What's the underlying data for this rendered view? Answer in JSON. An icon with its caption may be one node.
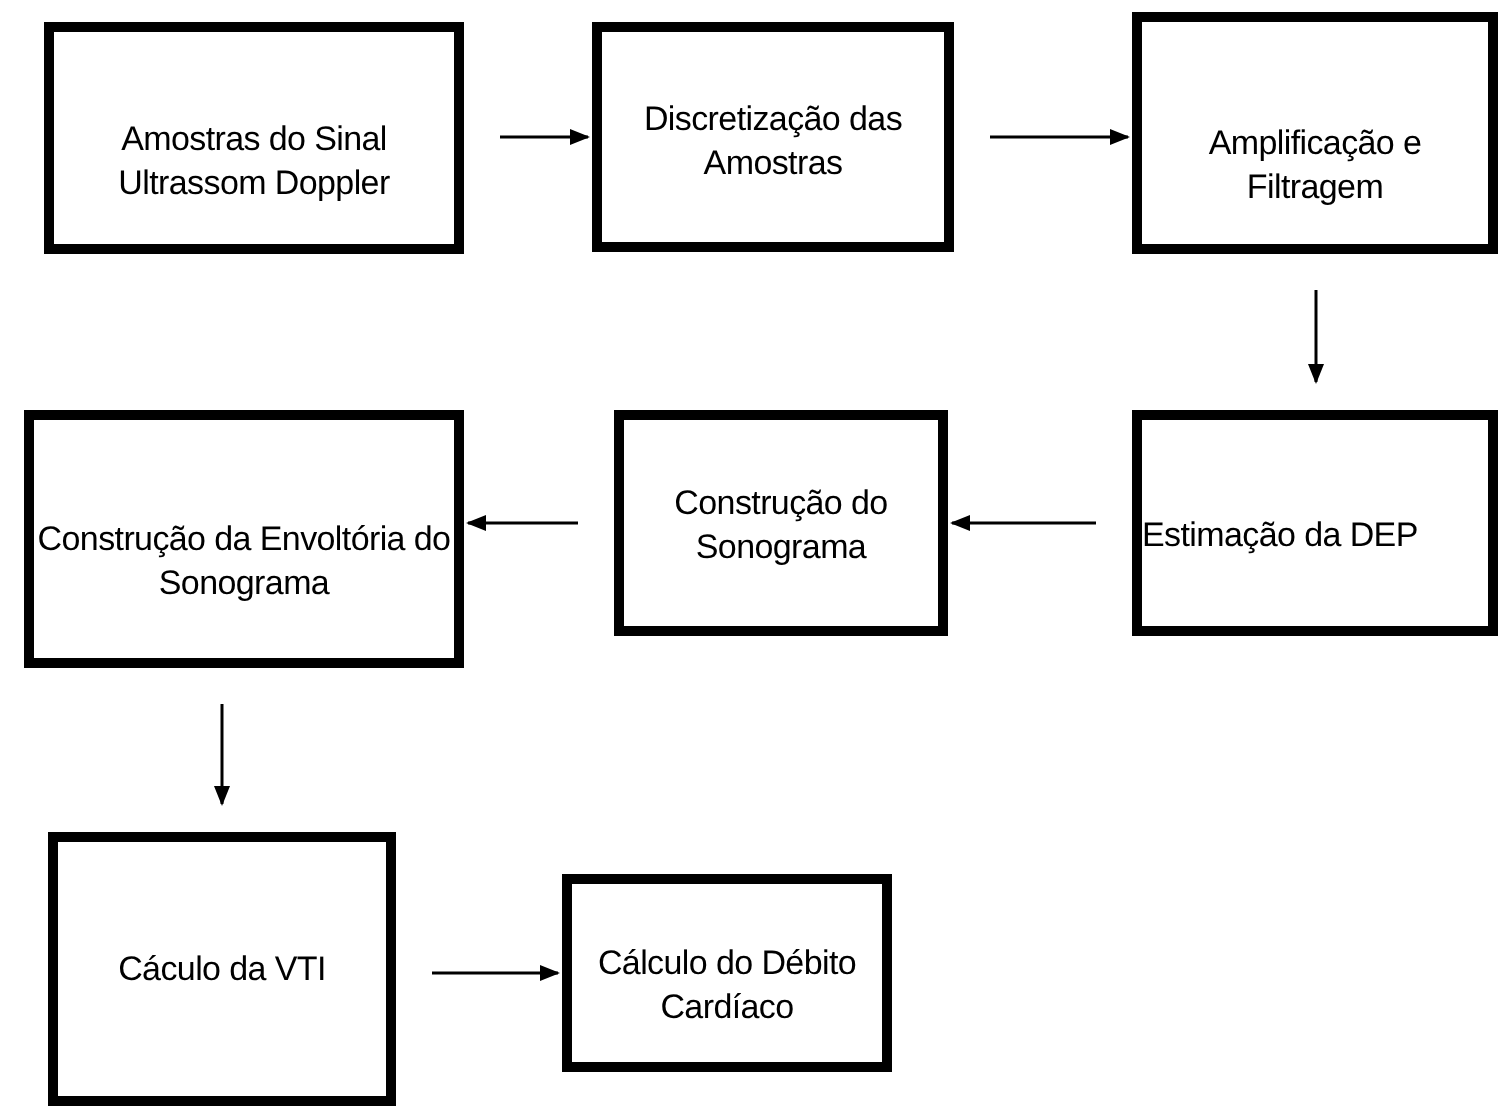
{
  "diagram": {
    "nodes": [
      {
        "text": [
          "Amostras do Sinal Ultrassom Doppler"
        ]
      },
      {
        "text": [
          "Discretização das Amostras"
        ]
      },
      {
        "text": [
          "Amplificação e Filtragem"
        ]
      },
      {
        "text": [
          "Estimação da DEP"
        ]
      },
      {
        "text": [
          "Construção do Sonograma"
        ]
      },
      {
        "text": [
          "Construção da Envoltória do Sonograma"
        ]
      },
      {
        "text": [
          "Cáculo da VTI"
        ]
      },
      {
        "text": [
          "Cálculo do Débito Cardíaco"
        ]
      }
    ],
    "edges": [
      {
        "from": 0,
        "to": 1,
        "arrow": "to"
      },
      {
        "from": 1,
        "to": 2,
        "arrow": "to"
      },
      {
        "from": 2,
        "to": 3,
        "arrow": "to"
      },
      {
        "from": 3,
        "to": 4,
        "arrow": "to"
      },
      {
        "from": 4,
        "to": 5,
        "arrow": "to"
      },
      {
        "from": 5,
        "to": 6,
        "arrow": "to"
      },
      {
        "from": 6,
        "to": 7,
        "arrow": "to"
      }
    ]
  }
}
